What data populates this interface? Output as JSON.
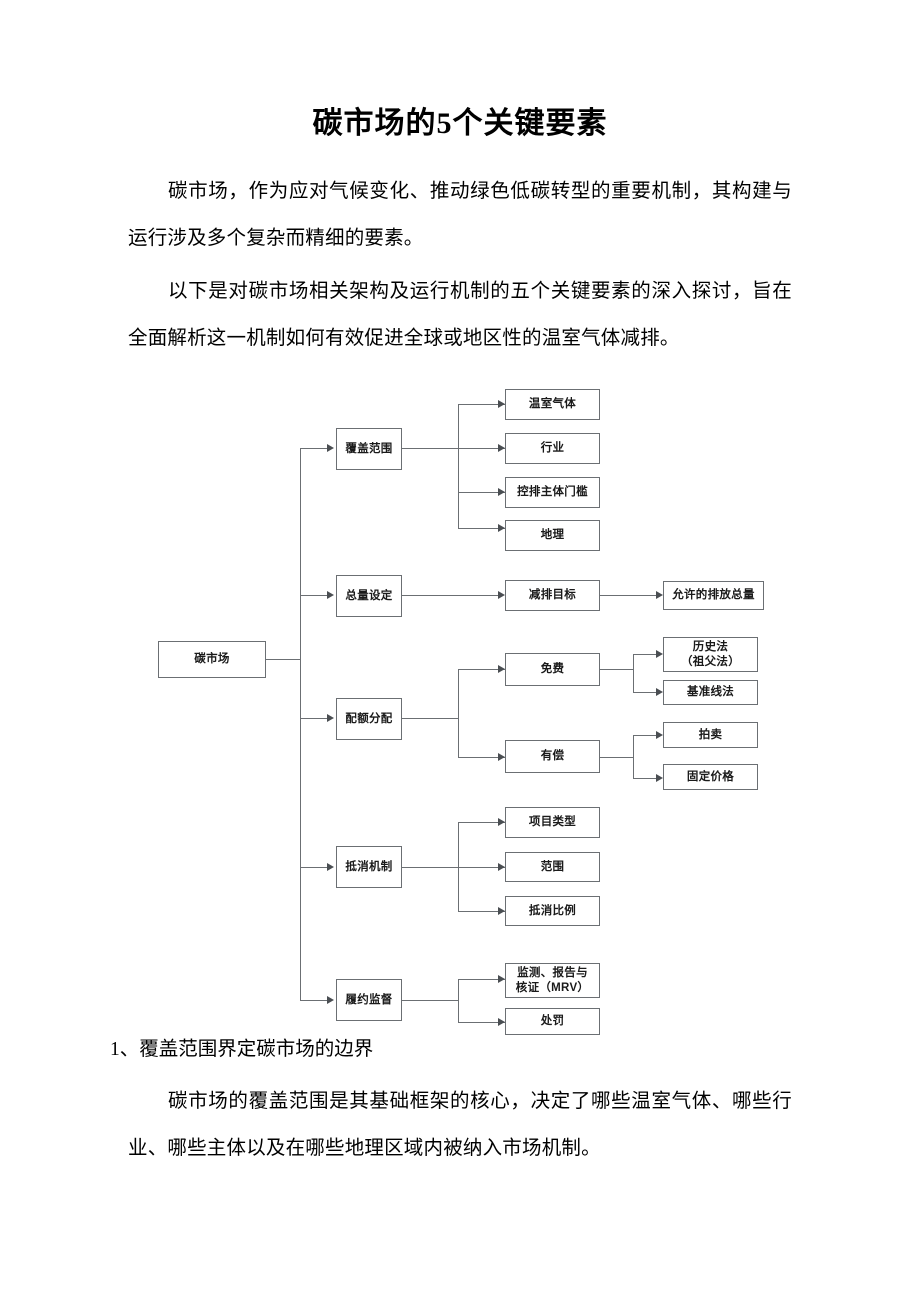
{
  "document": {
    "title": "碳市场的5个关键要素",
    "paragraphs": [
      "碳市场，作为应对气候变化、推动绿色低碳转型的重要机制，其构建与运行涉及多个复杂而精细的要素。",
      "以下是对碳市场相关架构及运行机制的五个关键要素的深入探讨，旨在全面解析这一机制如何有效促进全球或地区性的温室气体减排。"
    ],
    "section_heading": "1、覆盖范围界定碳市场的边界",
    "section_paragraph": "碳市场的覆盖范围是其基础框架的核心，决定了哪些温室气体、哪些行业、哪些主体以及在哪些地理区域内被纳入市场机制。"
  },
  "diagram": {
    "root": "碳市场",
    "branches": [
      {
        "label": "覆盖范围",
        "children": [
          {
            "label": "温室气体"
          },
          {
            "label": "行业"
          },
          {
            "label": "控排主体门槛"
          },
          {
            "label": "地理"
          }
        ]
      },
      {
        "label": "总量设定",
        "children": [
          {
            "label": "减排目标",
            "children": [
              {
                "label": "允许的排放总量"
              }
            ]
          }
        ]
      },
      {
        "label": "配额分配",
        "children": [
          {
            "label": "免费",
            "children": [
              {
                "label": "历史法\n（祖父法）"
              },
              {
                "label": "基准线法"
              }
            ]
          },
          {
            "label": "有偿",
            "children": [
              {
                "label": "拍卖"
              },
              {
                "label": "固定价格"
              }
            ]
          }
        ]
      },
      {
        "label": "抵消机制",
        "children": [
          {
            "label": "项目类型"
          },
          {
            "label": "范围"
          },
          {
            "label": "抵消比例"
          }
        ]
      },
      {
        "label": "履约监督",
        "children": [
          {
            "label": "监测、报告与\n核证（MRV）"
          },
          {
            "label": "处罚"
          }
        ]
      }
    ],
    "colors": {
      "box_border": "#6b6f73",
      "line": "#6b6f73",
      "background": "#ffffff",
      "text": "#1a1a1a"
    }
  }
}
